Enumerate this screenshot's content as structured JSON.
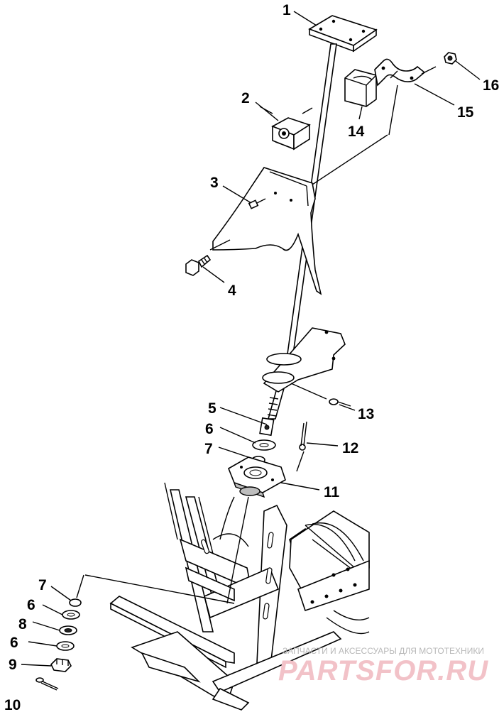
{
  "callouts": [
    {
      "id": "1",
      "label": "1"
    },
    {
      "id": "2",
      "label": "2"
    },
    {
      "id": "3",
      "label": "3"
    },
    {
      "id": "4",
      "label": "4"
    },
    {
      "id": "5",
      "label": "5"
    },
    {
      "id": "6a",
      "label": "6"
    },
    {
      "id": "7a",
      "label": "7"
    },
    {
      "id": "11",
      "label": "11"
    },
    {
      "id": "12",
      "label": "12"
    },
    {
      "id": "13",
      "label": "13"
    },
    {
      "id": "14",
      "label": "14"
    },
    {
      "id": "15",
      "label": "15"
    },
    {
      "id": "16",
      "label": "16"
    },
    {
      "id": "7b",
      "label": "7"
    },
    {
      "id": "6b",
      "label": "6"
    },
    {
      "id": "8",
      "label": "8"
    },
    {
      "id": "6c",
      "label": "6"
    },
    {
      "id": "9",
      "label": "9"
    },
    {
      "id": "10",
      "label": "10"
    }
  ],
  "watermark": {
    "caption": "ЗАПЧАСТИ И АКСЕССУАРЫ ДЛЯ МОТОТЕХНИКИ",
    "logo_text": "PARTSFOR.RU"
  }
}
